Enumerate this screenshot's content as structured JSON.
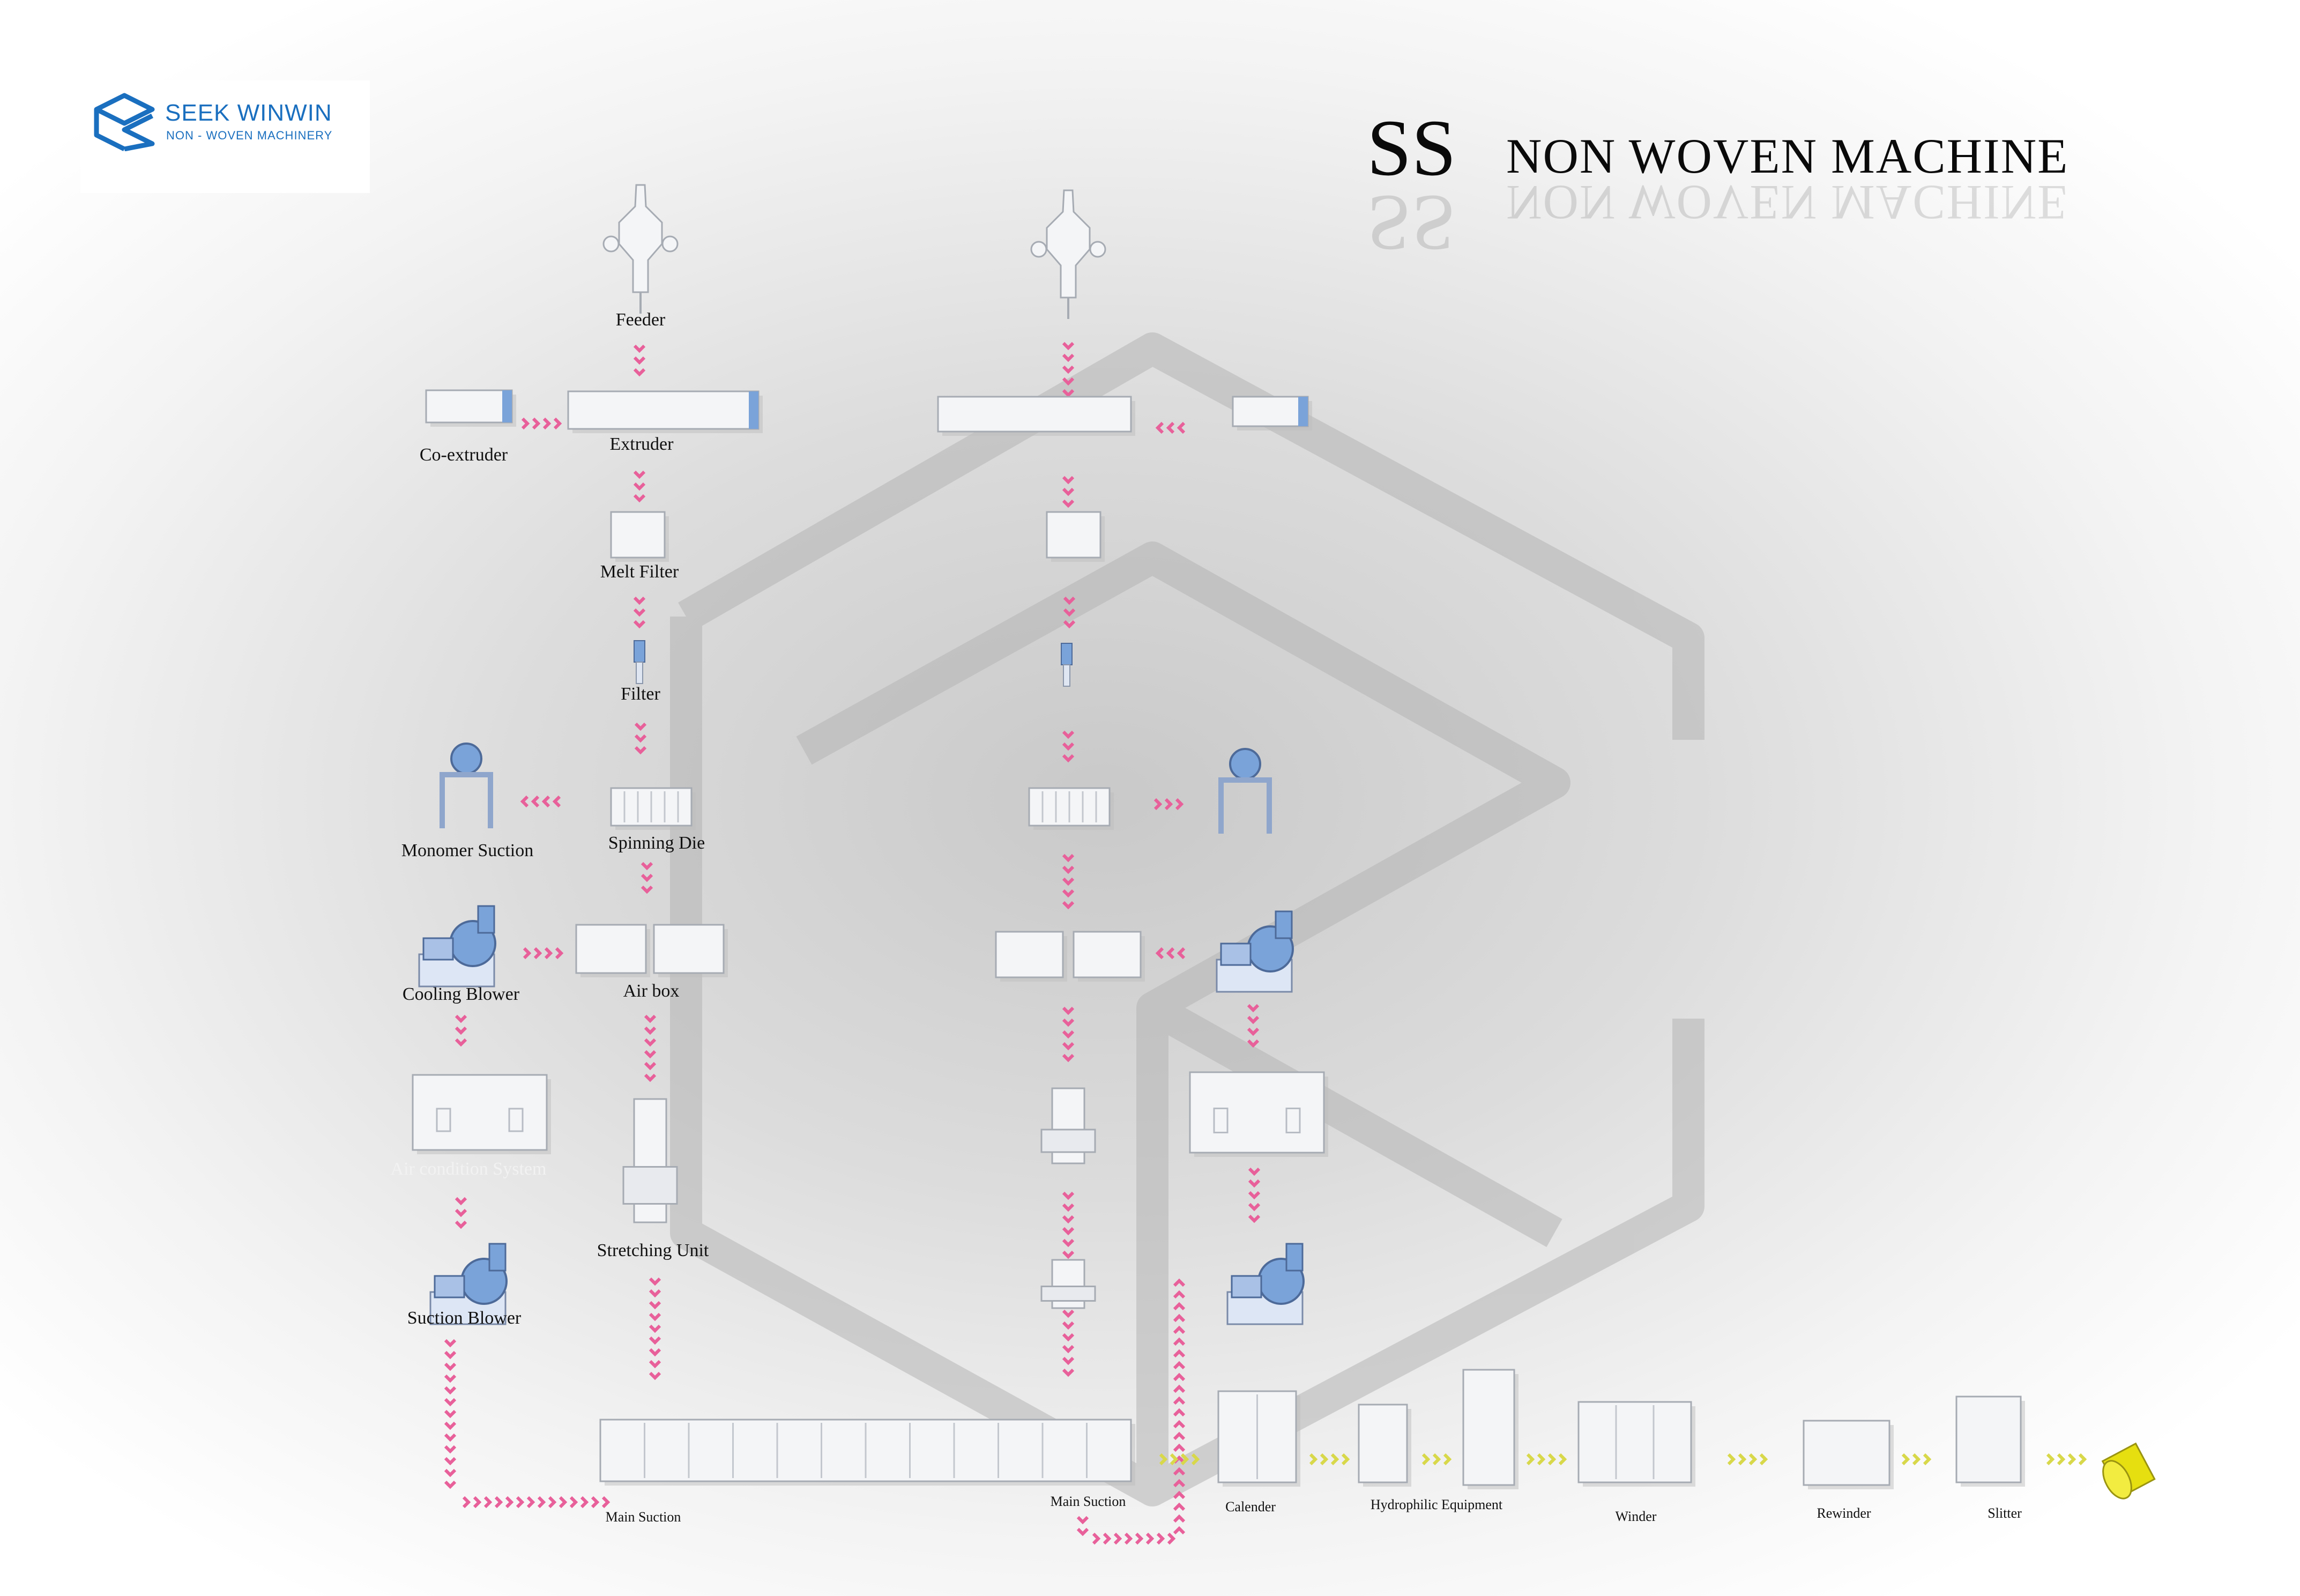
{
  "brand": {
    "name": "SEEK WINWIN",
    "tagline": "NON - WOVEN MACHINERY"
  },
  "title": {
    "main": "SS",
    "rest": "NON WOVEN MACHINE"
  },
  "labels": {
    "feeder": "Feeder",
    "co_extruder": "Co-extruder",
    "extruder": "Extruder",
    "melt_filter": "Melt Filter",
    "filter": "Filter",
    "monomer_suction": "Monomer Suction",
    "spinning_die": "Spinning Die",
    "cooling_blower": "Cooling Blower",
    "air_box": "Air box",
    "air_condition_system": "Air condition System",
    "stretching_unit": "Stretching Unit",
    "suction_blower": "Suction Blower",
    "main_suction_1": "Main Suction",
    "main_suction_2": "Main Suction",
    "calender": "Calender",
    "hydrophilic_equipment": "Hydrophilic Equipment",
    "winder": "Winder",
    "rewinder": "Rewinder",
    "slitter": "Slitter"
  },
  "colors": {
    "brand_blue": "#1a6fbf",
    "flow_arrow": "#e8609a",
    "output_arrow": "#d8d84a",
    "machine_body": "#f4f5f7",
    "machine_accent": "#7aa3d9",
    "product_roll": "#e6df10"
  },
  "icons": [
    "logo-cube-icon",
    "flow-arrow-icon",
    "machine-icon",
    "roll-icon"
  ]
}
